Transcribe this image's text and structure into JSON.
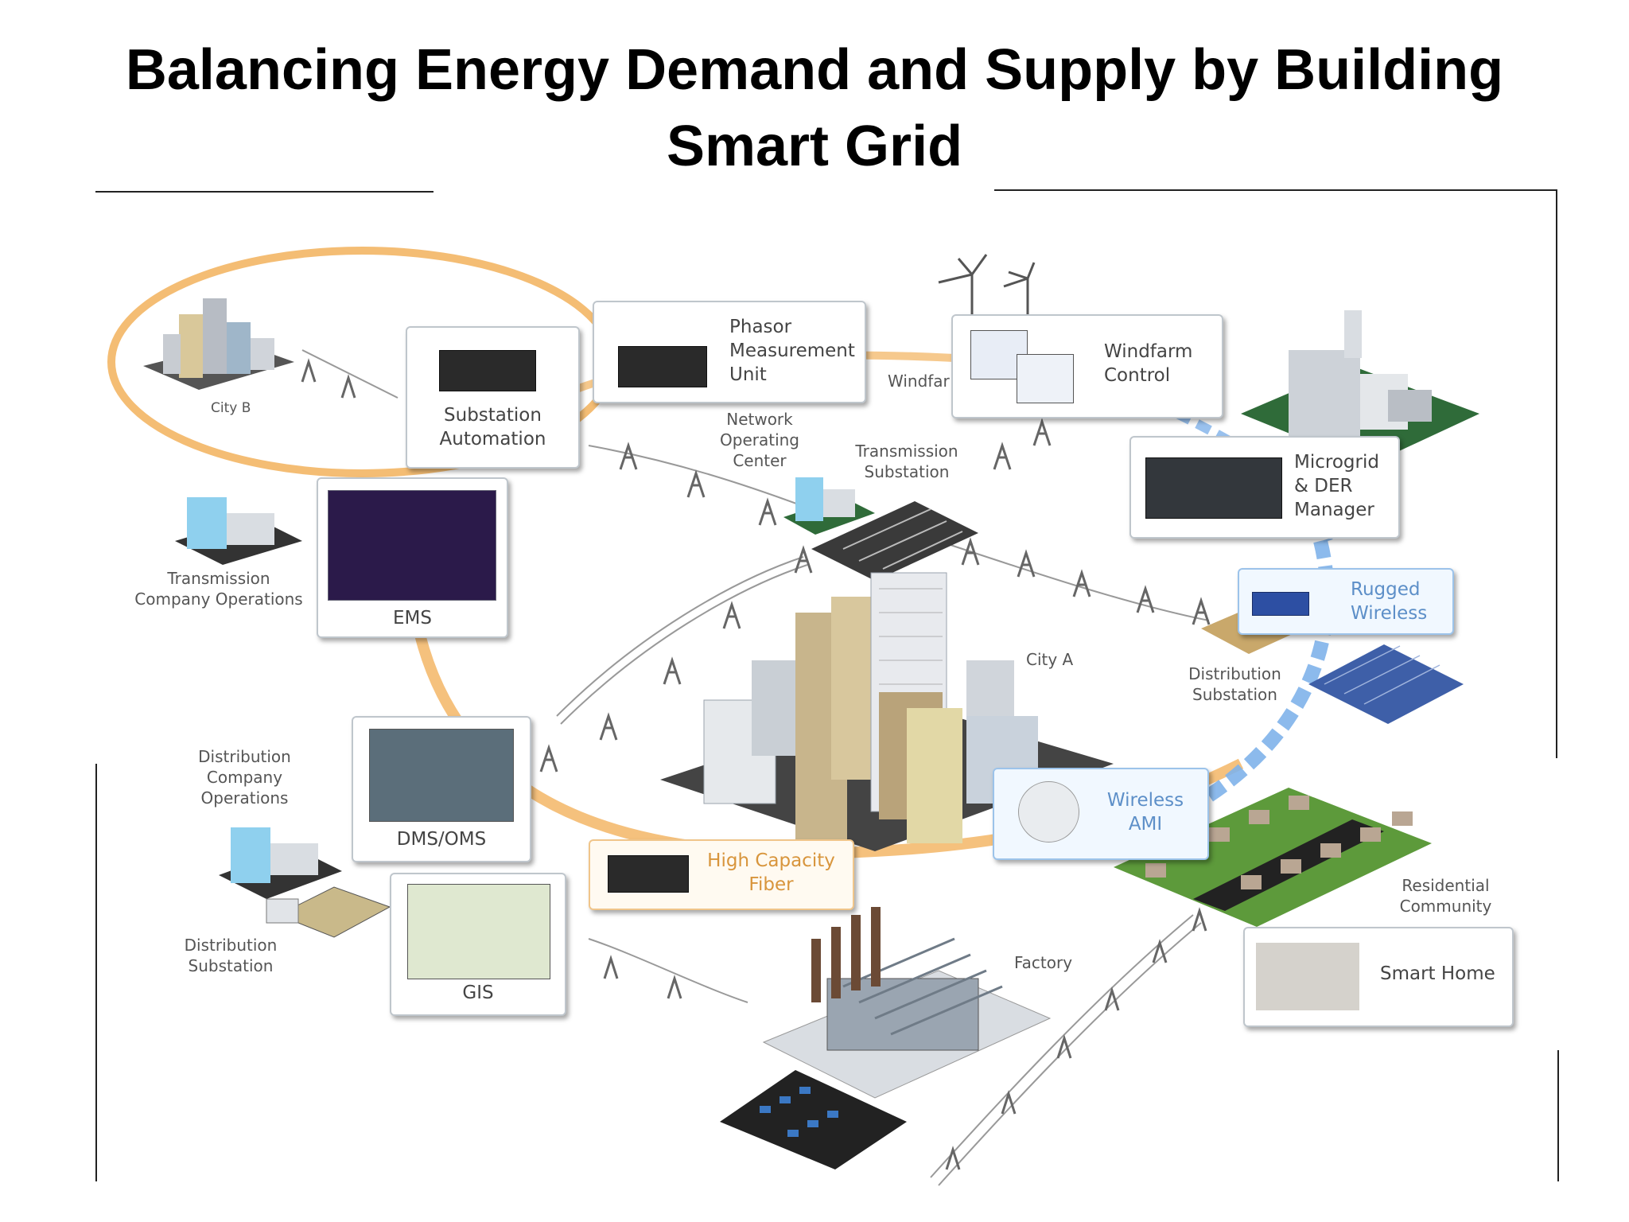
{
  "title": {
    "line1": "Balancing Energy Demand and Supply by Building",
    "line2": "Smart Grid"
  },
  "cards": {
    "substation_automation": [
      "Substation",
      "Automation"
    ],
    "pmu": [
      "Phasor",
      "Measurement",
      "Unit"
    ],
    "windfarm_control": [
      "Windfarm",
      "Control"
    ],
    "microgrid": [
      "Microgrid",
      "& DER",
      "Manager"
    ],
    "rugged_wireless": [
      "Rugged",
      "Wireless"
    ],
    "ems": "EMS",
    "dms_oms": "DMS/OMS",
    "gis": "GIS",
    "high_capacity_fiber": [
      "High Capacity",
      "Fiber"
    ],
    "wireless_ami": [
      "Wireless",
      "AMI"
    ],
    "smart_home": "Smart Home"
  },
  "tags": {
    "city_b": "City B",
    "windfarm": "Windfar",
    "noc": [
      "Network",
      "Operating",
      "Center"
    ],
    "transmission_substation": [
      "Transmission",
      "Substation"
    ],
    "transmission_company": [
      "Transmission",
      "Company Operations"
    ],
    "city_a": "City A",
    "distribution_substation_right": [
      "Distribution",
      "Substation"
    ],
    "distribution_company": [
      "Distribution",
      "Company",
      "Operations"
    ],
    "distribution_substation_left": [
      "Distribution",
      "Substation"
    ],
    "residential": [
      "Residential",
      "Community"
    ],
    "factory": "Factory"
  },
  "colors": {
    "fiber": "#f2b25c",
    "wireless": "#7fb2ea",
    "card_border": "#bfc6cc"
  }
}
